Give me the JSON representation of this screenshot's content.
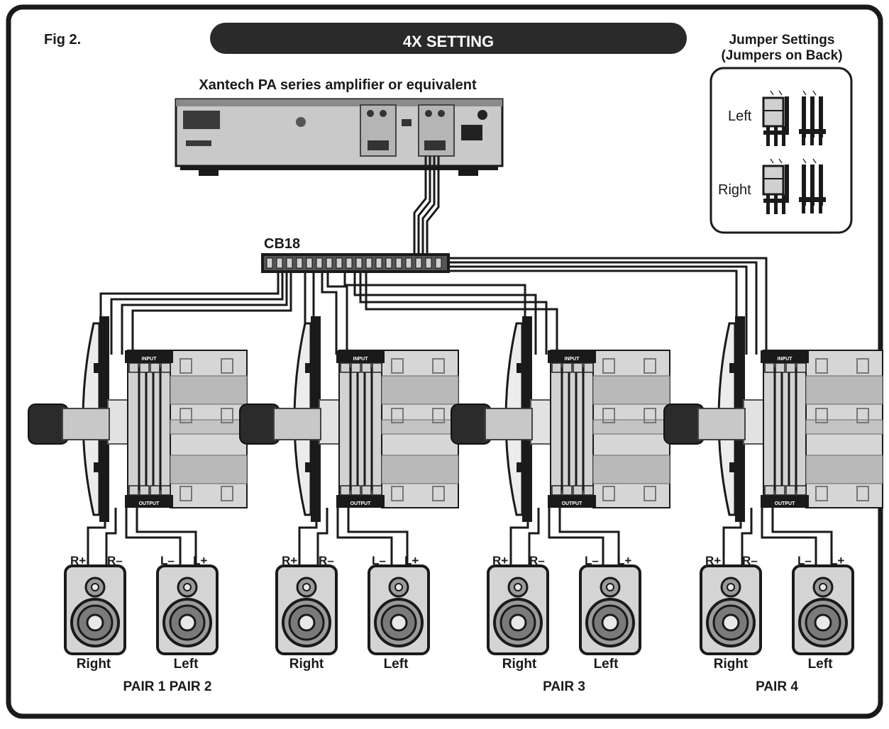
{
  "figure_label": "Fig 2.",
  "setting_title": "4X SETTING",
  "amplifier_label": "Xantech PA series amplifier or equivalent",
  "distribution_block_label": "CB18",
  "jumper_panel": {
    "title_line1": "Jumper Settings",
    "title_line2": "(Jumpers on Back)",
    "left_label": "Left",
    "right_label": "Right"
  },
  "volume_control_tag_top": "INPUT",
  "volume_control_tag_bottom": "OUTPUT",
  "speaker_terminals": {
    "r_plus": "R+",
    "r_minus": "R–",
    "l_minus": "L–",
    "l_plus": "L+"
  },
  "speaker_labels": {
    "right": "Right",
    "left": "Left"
  },
  "pair_labels": {
    "pair1_pair2": "PAIR 1 PAIR 2",
    "pair3": "PAIR 3",
    "pair4": "PAIR 4"
  },
  "colors": {
    "ink": "#1a1a1a",
    "panel_gray": "#d6d6d6",
    "mid_gray": "#9a9a9a",
    "dark": "#2b2b2b"
  }
}
